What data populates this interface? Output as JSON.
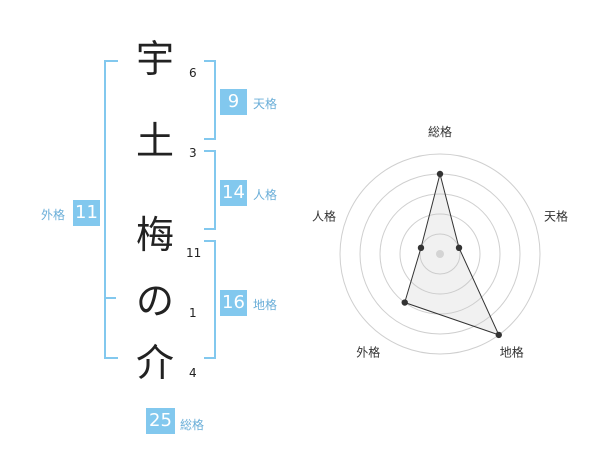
{
  "name": {
    "characters": [
      {
        "char": "宇",
        "strokes": "6"
      },
      {
        "char": "土",
        "strokes": "3"
      },
      {
        "char": "梅",
        "strokes": "11"
      },
      {
        "char": "の",
        "strokes": "1"
      },
      {
        "char": "介",
        "strokes": "4"
      }
    ]
  },
  "fortune": {
    "tenkaku": {
      "value": "9",
      "label": "天格"
    },
    "jinkaku": {
      "value": "14",
      "label": "人格"
    },
    "chikaku": {
      "value": "16",
      "label": "地格"
    },
    "gaikaku": {
      "value": "11",
      "label": "外格"
    },
    "soukaku": {
      "value": "25",
      "label": "総格"
    }
  },
  "colors": {
    "accent": "#82c8ee",
    "bracket": "#82c8ee",
    "label": "#6aaed8"
  },
  "chart_data": {
    "type": "radar",
    "axes": [
      "総格",
      "天格",
      "地格",
      "外格",
      "人格"
    ],
    "values": [
      4,
      1,
      5,
      3,
      1
    ],
    "rmax": 5,
    "rings": 5
  }
}
